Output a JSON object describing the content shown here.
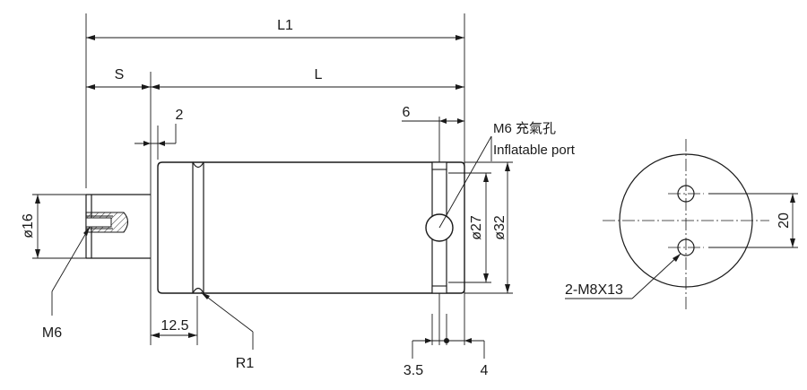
{
  "dimensions": {
    "L1": "L1",
    "S": "S",
    "L": "L",
    "gap_2": "2",
    "gap_6": "6",
    "dia_16": "ø16",
    "dia_27": "ø27",
    "dia_32": "ø32",
    "len_12_5": "12.5",
    "radius_R1": "R1",
    "width_3_5": "3.5",
    "width_4": "4",
    "hole_spacing_20": "20"
  },
  "callouts": {
    "thread_m6": "M6",
    "port_line1": "M6 充氣孔",
    "port_line2": "Inflatable port",
    "holes": "2-M8X13"
  }
}
